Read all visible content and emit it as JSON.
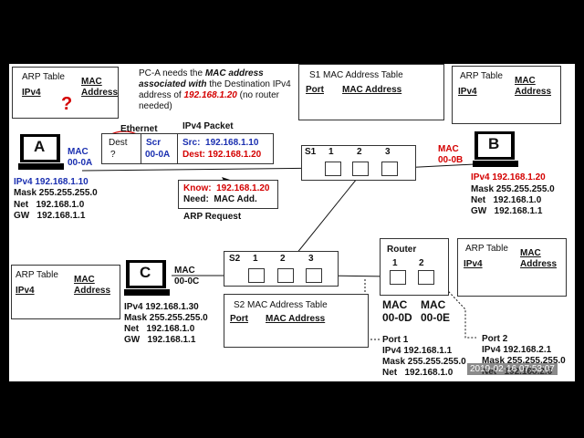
{
  "pc_a": {
    "label": "A",
    "mac_label": "MAC",
    "mac": "00-0A",
    "ipv4": "IPv4 192.168.1.10",
    "mask": "Mask 255.255.255.0",
    "net": "Net   192.168.1.0",
    "gw": "GW   192.168.1.1"
  },
  "pc_b": {
    "label": "B",
    "mac_label": "MAC",
    "mac": "00-0B",
    "ipv4": "IPv4 192.168.1.20",
    "mask": "Mask 255.255.255.0",
    "net": "Net   192.168.1.0",
    "gw": "GW   192.168.1.1"
  },
  "pc_c": {
    "label": "C",
    "mac_label": "MAC",
    "mac": "00-0C",
    "ipv4": "IPv4 192.168.1.30",
    "mask": "Mask 255.255.255.0",
    "net": "Net   192.168.1.0",
    "gw": "GW   192.168.1.1"
  },
  "arp_tables": {
    "a": {
      "title": "ARP Table",
      "col1": "IPv4",
      "col2_line1": "MAC",
      "col2_line2": "Address",
      "unknown": "?"
    },
    "b": {
      "title": "ARP Table",
      "col1": "IPv4",
      "col2_line1": "MAC",
      "col2_line2": "Address"
    },
    "c": {
      "title": "ARP Table",
      "col1": "IPv4",
      "col2_line1": "MAC",
      "col2_line2": "Address"
    },
    "router": {
      "title": "ARP Table",
      "col1": "IPv4",
      "col2_line1": "MAC",
      "col2_line2": "Address"
    }
  },
  "note": {
    "prefix": "PC-A needs the ",
    "emph": "MAC address associated with",
    "middle": " the Destination IPv4 address of ",
    "ip": "192.168.1.20",
    "suffix": " (no router needed)"
  },
  "s1_table": {
    "title": "S1 MAC Address Table",
    "col1": "Port",
    "col2": "MAC Address"
  },
  "s2_table": {
    "title": "S2 MAC Address Table",
    "col1": "Port",
    "col2": "MAC Address"
  },
  "frame": {
    "ethernet_label": "Ethernet",
    "ipv4_packet_label": "IPv4 Packet",
    "dest_label": "Dest",
    "dest_value": "?",
    "scr_label": "Scr",
    "scr_value": "00-0A",
    "src_label": "Src:",
    "src_value": "192.168.1.10",
    "dst_label": "Dest:",
    "dst_value": "192.168.1.20"
  },
  "arp_request": {
    "know_label": "Know:",
    "know_value": "192.168.1.20",
    "need_label": "Need:",
    "need_value": "MAC Add.",
    "caption": "ARP Request"
  },
  "s1": {
    "label": "S1",
    "ports": [
      "1",
      "2",
      "3"
    ]
  },
  "s2": {
    "label": "S2",
    "ports": [
      "1",
      "2",
      "3"
    ]
  },
  "router": {
    "label": "Router",
    "ports": [
      "1",
      "2"
    ],
    "mac1_label": "MAC",
    "mac1": "00-0D",
    "mac2_label": "MAC",
    "mac2": "00-0E",
    "port1": {
      "title": "Port 1",
      "ipv4": "IPv4 192.168.1.1",
      "mask": "Mask 255.255.255.0",
      "net": "Net   192.168.1.0"
    },
    "port2": {
      "title": "Port 2",
      "ipv4": "IPv4 192.168.2.1",
      "mask": "Mask 255.255.255.0",
      "net": "Net   192.168.2.0"
    }
  },
  "timestamp": "2019-02-16 07:53:07",
  "colors": {
    "blue": "#1a2fb0",
    "red": "#d40000"
  }
}
